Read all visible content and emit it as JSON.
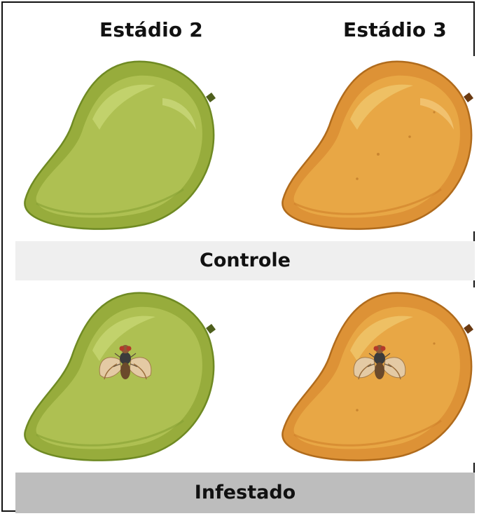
{
  "columns": {
    "stage2_label": "Estádio 2",
    "stage3_label": "Estádio 3"
  },
  "rows": {
    "control_label": "Controle",
    "infested_label": "Infestado"
  },
  "colors": {
    "green_mango": "#a9bd4e",
    "orange_mango": "#e6a03f",
    "control_band": "#efefef",
    "infested_band": "#bdbdbd"
  },
  "icons": [
    "mango-green-icon",
    "mango-orange-icon",
    "fruit-fly-icon"
  ]
}
